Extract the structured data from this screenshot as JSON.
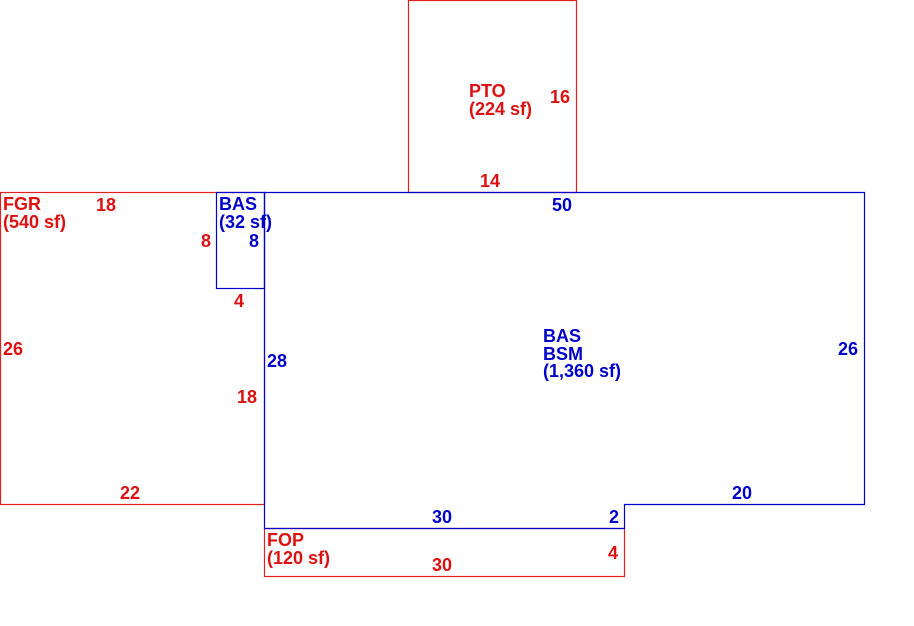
{
  "colors": {
    "red": "#dd1111",
    "blue": "#0000cc"
  },
  "areas": {
    "pto": {
      "code": "PTO",
      "area": "(224 sf)"
    },
    "fgr": {
      "code": "FGR",
      "area": "(540 sf)"
    },
    "bas_small": {
      "code": "BAS",
      "area": "(32 sf)"
    },
    "bas_main": {
      "code": "BAS",
      "code2": "BSM",
      "area": "(1,360 sf)"
    },
    "fop": {
      "code": "FOP",
      "area": "(120 sf)"
    }
  },
  "dimensions": {
    "pto_right": "16",
    "pto_bottom": "14",
    "bas_top": "50",
    "fgr_top": "18",
    "fgr_inner_left": "8",
    "bas_small_right": "8",
    "bas_small_bottom": "4",
    "fgr_left": "26",
    "bas_left": "28",
    "fgr_inner_lower": "18",
    "fgr_bottom": "22",
    "bas_right": "26",
    "bas_bottom_right": "20",
    "bas_bottom": "30",
    "bas_step": "2",
    "fop_bottom": "30",
    "fop_right": "4"
  }
}
